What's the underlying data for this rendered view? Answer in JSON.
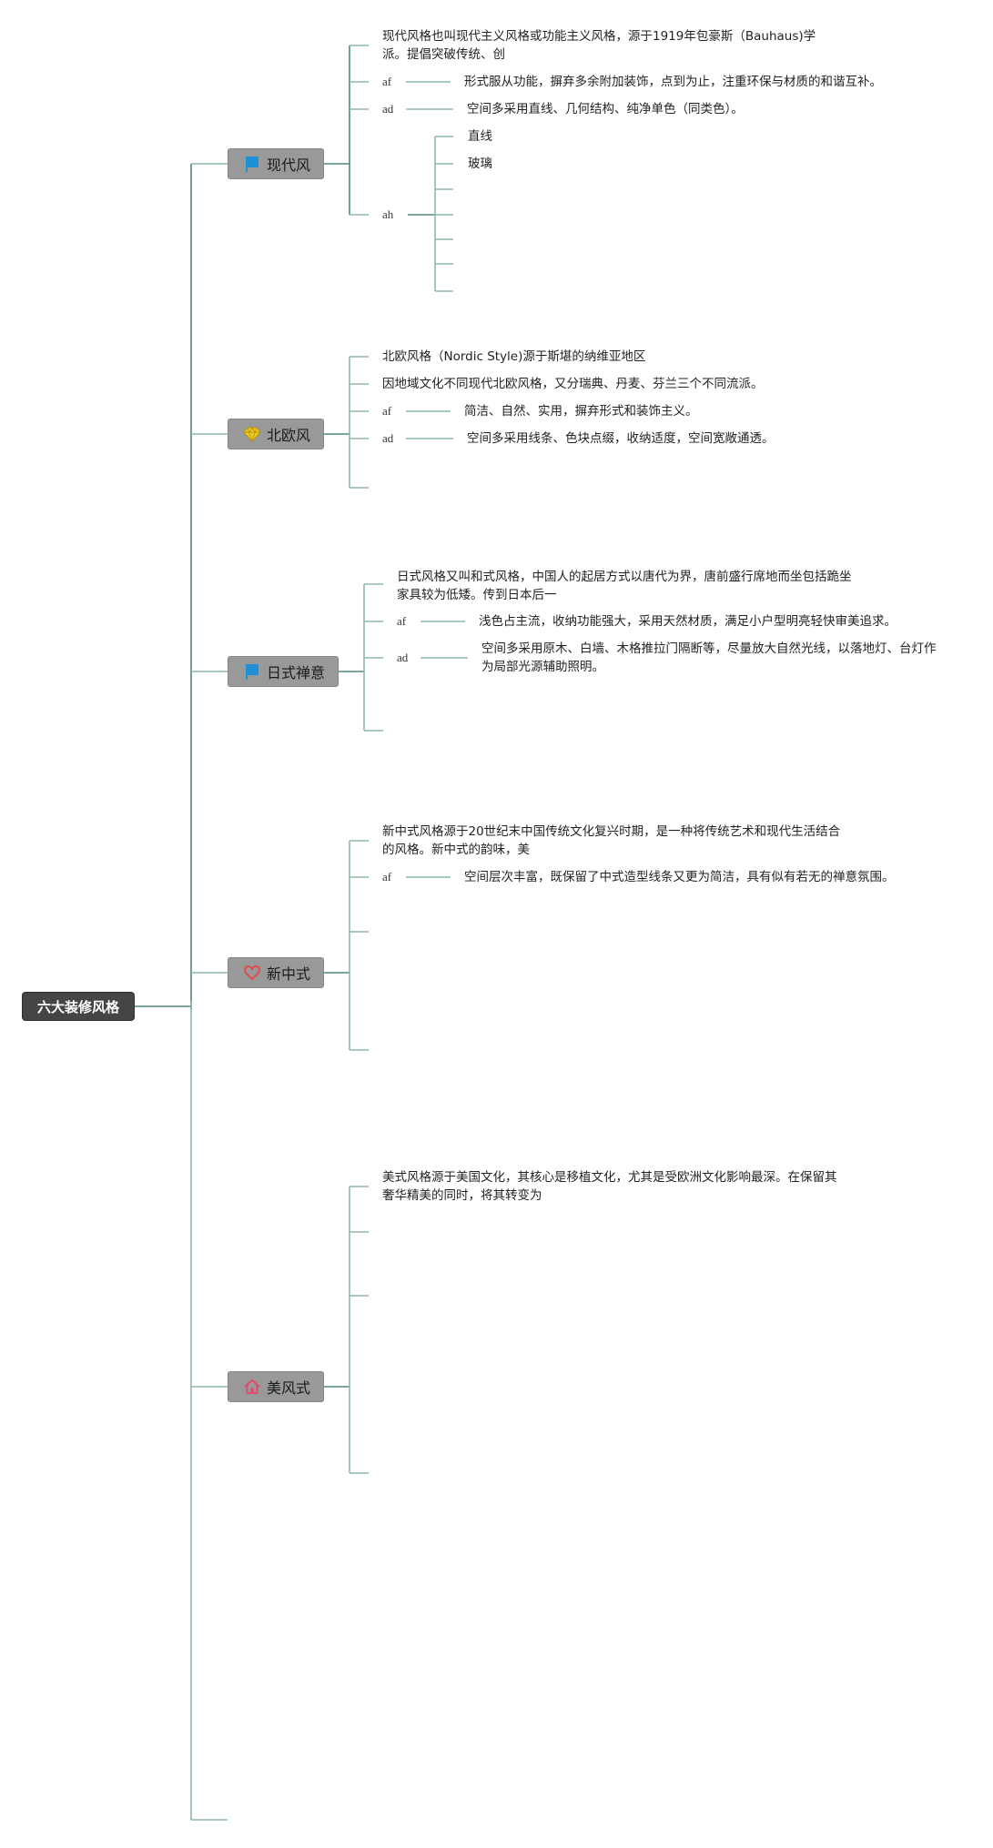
{
  "root": {
    "label": "六大装修风格"
  },
  "colors": {
    "line_dark": "#4c8a76",
    "line_light": "#8fb8aa",
    "root_bg": "#454545",
    "node_bg": "#999999",
    "flag_icon": "#1e90d6",
    "gem_icon": "#e8c21c",
    "heart_icon": "#e04a4a",
    "home_icon": "#e24a6a"
  },
  "branches": {
    "modern": {
      "label": "现代风",
      "icon": "flag-icon",
      "intro": "现代风格也叫现代主义风格或功能主义风格，源于1919年包豪斯（Bauhaus)学派。提倡突破传统、创",
      "af_label": "af",
      "af_text": "形式服从功能，摒弃多余附加装饰，点到为止，注重环保与材质的和谐互补。",
      "ad_label": "ad",
      "ad_text": "空间多采用直线、几何结构、纯净单色（同类色）。",
      "ah_label": "ah",
      "ah_items": [
        "直线",
        "玻璃"
      ]
    },
    "nordic": {
      "label": "北欧风",
      "icon": "gem-icon",
      "intro": "北欧风格（Nordic Style)源于斯堪的纳维亚地区",
      "intro2": "因地域文化不同现代北欧风格，又分瑞典、丹麦、芬兰三个不同流派。",
      "af_label": "af",
      "af_text": "简洁、自然、实用，摒弃形式和装饰主义。",
      "ad_label": "ad",
      "ad_text": "空间多采用线条、色块点缀，收纳适度，空间宽敞通透。"
    },
    "japanese": {
      "label": "日式禅意",
      "icon": "flag-icon",
      "intro": "日式风格又叫和式风格，中国人的起居方式以唐代为界，唐前盛行席地而坐包括跪坐家具较为低矮。传到日本后一",
      "af_label": "af",
      "af_text": "浅色占主流，收纳功能强大，采用天然材质，满足小户型明亮轻快审美追求。",
      "ad_label": "ad",
      "ad_text": "空间多采用原木、白墙、木格推拉门隔断等，尽量放大自然光线，以落地灯、台灯作为局部光源辅助照明。"
    },
    "chinese": {
      "label": "新中式",
      "icon": "heart-icon",
      "intro": "新中式风格源于20世纪末中国传统文化复兴时期，是一种将传统艺术和现代生活结合的风格。新中式的韵味，美",
      "af_label": "af",
      "af_text": "空间层次丰富，既保留了中式造型线条又更为简洁，具有似有若无的禅意氛围。"
    },
    "american": {
      "label": "美风式",
      "icon": "home-icon",
      "intro": "美式风格源于美国文化，其核心是移植文化，尤其是受欧洲文化影响最深。在保留其奢华精美的同时，将其转变为"
    }
  }
}
